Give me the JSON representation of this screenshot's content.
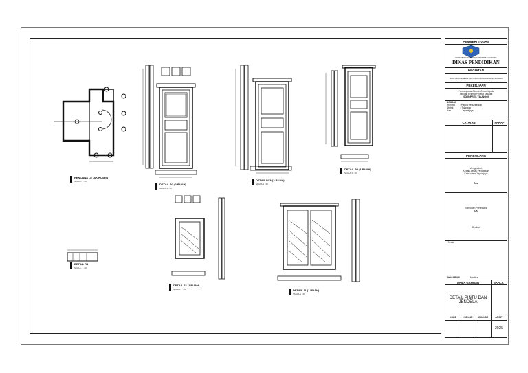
{
  "title_block": {
    "pemberi_tugas_header": "PEMBERI TUGAS",
    "agency_small": "PEMERINTAH KABUPATEN PROVINSI JAYAPURA",
    "agency_name": "DINAS PENDIDIKAN",
    "kegiatan_header": "KEGIATAN",
    "kegiatan_text": "BANTUAN PEMERINTAH NON KONTRAK PEMBANGUNAN",
    "pekerjaan_header": "PEKERJAAN",
    "pekerjaan_text_1": "Pembangunan Rumah Dinas Kepala",
    "pekerjaan_text_2": "Sekolah beserta Perabot Sekolah",
    "pekerjaan_school": "SD INPRES YAUNGGI",
    "lokasi_label": "LOKASI",
    "provinsi_label": "Provinsi",
    "provinsi_value": ": Papua Pegunungan",
    "distrik_label": "Distrik",
    "distrik_value": ": Tolanggo",
    "kab_label": "Kab",
    "kab_value": ": Jayawijaya",
    "catatan_header": "CATATAN",
    "paraf_header": "PARAF",
    "perencana_header": "PERENCANA",
    "mengetahui": "Mengetahui,",
    "kepala_dinas_1": "Kepala Dinas Pendidikan",
    "kepala_dinas_2": "Kabupaten Jayawijaya",
    "signatory": "Drs.",
    "konsultan": "Konsultan Perencana",
    "konsultan_name": "CK",
    "direktur": "Direktur",
    "revisi": "Revisi",
    "digambar": "DIGAMBAR",
    "digambar_value": "Marthus",
    "nama_gambar_header": "NAMA GAMBAR",
    "skala_header": "SKALA",
    "drawing_name_1": "DETAIL PINTU DAN",
    "drawing_name_2": "JENDELA",
    "kode": "KODE",
    "no_lbr": "NO LBR",
    "jml_lbr": "JML LBR",
    "arsip": "ARSIP",
    "year": "2025"
  },
  "drawing_labels": {
    "rencana": "RENCANA LETAK KUSEN",
    "p1": "DETAIL P1 (2 BUAH)",
    "pya": "DETAIL PYA (2 BUAH)",
    "p2": "DETAIL P2 (1 BUAH)",
    "r1": "DETAIL R1",
    "j2": "DETAIL J2 (1 BUAH)",
    "j1": "DETAIL J1 (1 BUAH)",
    "scale": "SKALA 1 : 20"
  },
  "colors": {
    "line": "#111111",
    "frame": "#222222",
    "logo_blue": "#2f63b8",
    "logo_yellow": "#e8c12a"
  }
}
